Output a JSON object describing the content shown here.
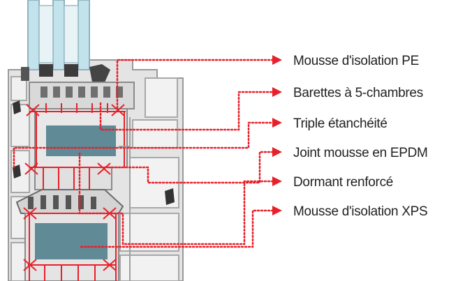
{
  "labels": [
    "Mousse d'isolation PE",
    "Barettes à 5-chambres",
    "Triple étanchéité",
    "Joint mousse en EPDM",
    "Dormant renforcé",
    "Mousse d'isolation XPS"
  ],
  "colors": {
    "leader": "#e8202a",
    "arrow": "#e8202a",
    "profile_light": "#e6e6e6",
    "profile_mid": "#c8c8c8",
    "profile_dark": "#8a8a8a",
    "glass": "#bfe0ea",
    "insulation": "#5f8a96",
    "gasket": "#3a3a3a"
  }
}
